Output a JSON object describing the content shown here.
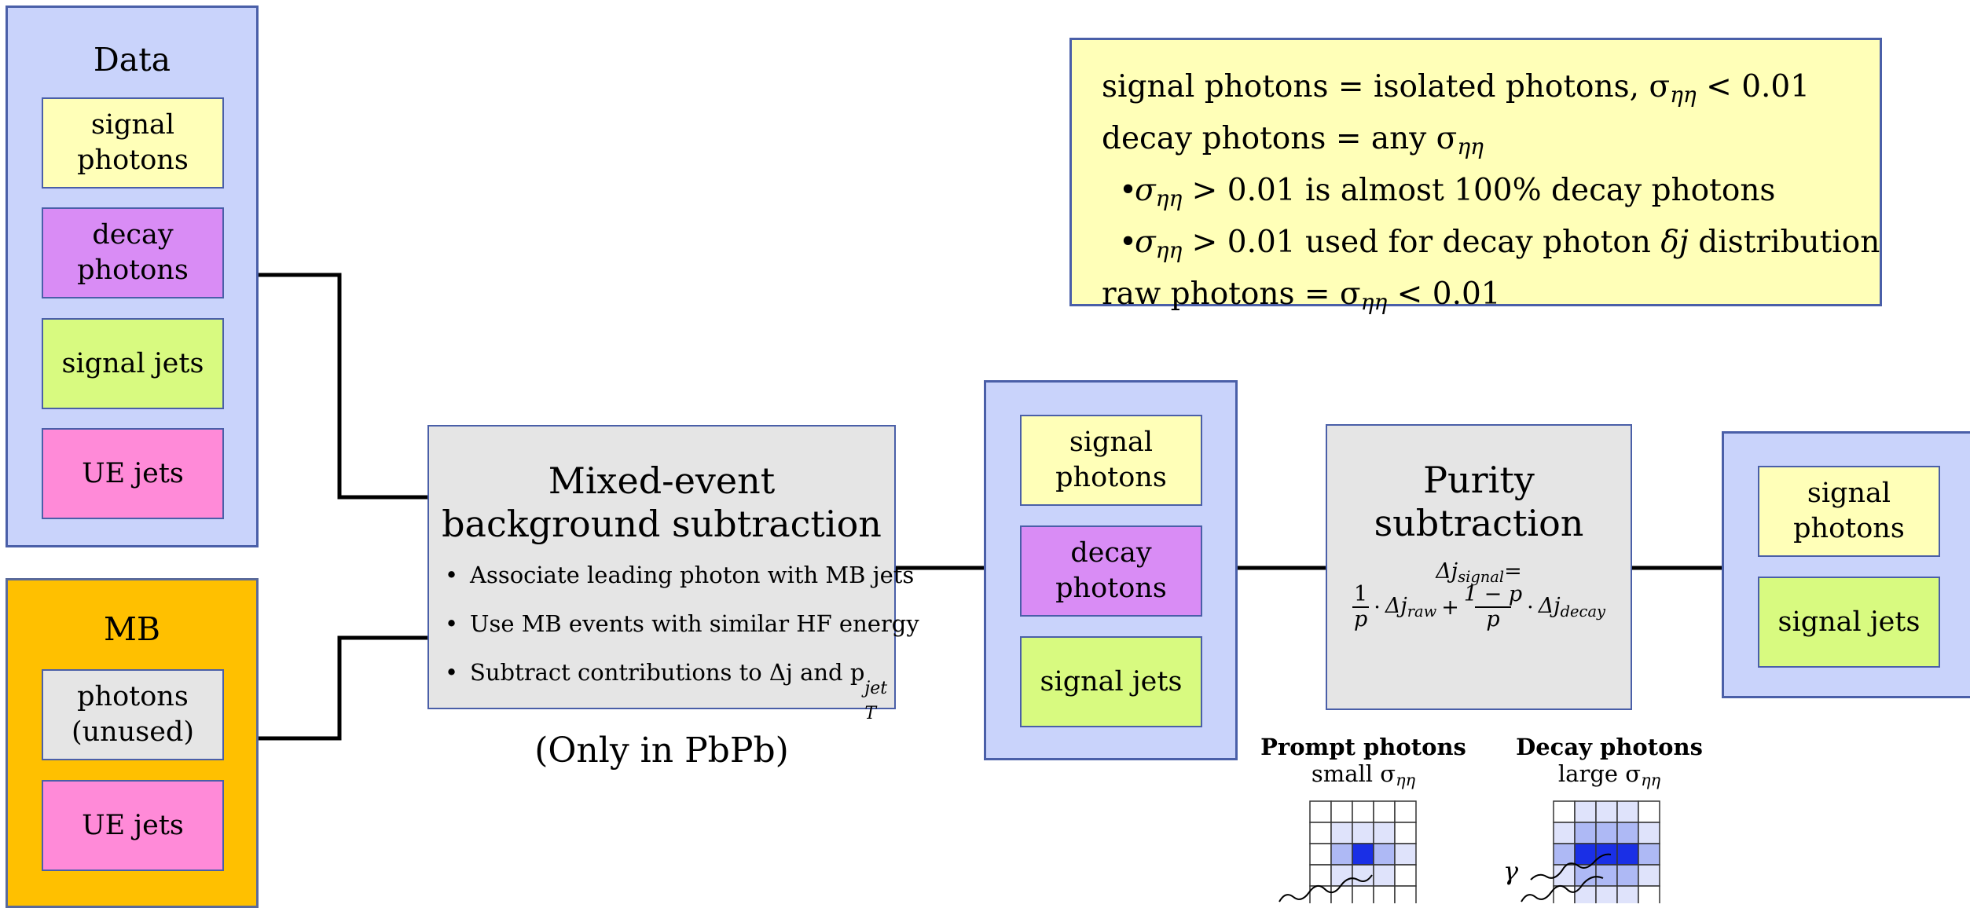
{
  "data_panel": {
    "header": "Data",
    "items": [
      "signal\nphotons",
      "decay\nphotons",
      "signal jets",
      "UE jets"
    ]
  },
  "mb_panel": {
    "header": "MB",
    "items": [
      "photons\n(unused)",
      "UE jets"
    ]
  },
  "mixed_event": {
    "title": "Mixed-event\nbackground subtraction",
    "bullets": [
      "Associate leading photon with MB jets",
      "Use MB events with similar HF energy",
      "Subtract contributions to Δj and p"
    ],
    "pt_sup": "jet",
    "pt_sub": "T",
    "caption": "(Only in PbPb)"
  },
  "middle_panel": {
    "items": [
      "signal\nphotons",
      "decay\nphotons",
      "signal jets"
    ]
  },
  "purity": {
    "title": "Purity\nsubtraction",
    "formula_lhs": "Δj",
    "formula_lhs_sub": "signal",
    "formula_eq": "=",
    "frac1_num": "1",
    "frac1_den": "p",
    "term1": "Δj",
    "term1_sub": "raw",
    "frac2_num": "1 − p",
    "frac2_den": "p",
    "term2": "Δj",
    "term2_sub": "decay",
    "dot": "·",
    "plus": "+"
  },
  "right_panel": {
    "items": [
      "signal\nphotons",
      "signal jets"
    ]
  },
  "definitions": {
    "line1": "signal photons = isolated photons, σ",
    "line1_sub": "ηη",
    "line1_tail": " < 0.01",
    "line2": "decay photons = any σ",
    "line2_sub": "ηη",
    "bullet1_sigma": "σ",
    "bullet1_sub": "ηη",
    "bullet1_tail": " > 0.01 is almost 100% decay photons",
    "bullet2_sigma": "σ",
    "bullet2_sub": "ηη",
    "bullet2_tail": " > 0.01 used for decay photon ",
    "bullet2_dj": "δj",
    "bullet2_end": " distribution",
    "line5": "raw photons = σ",
    "line5_sub": "ηη",
    "line5_tail": " < 0.01"
  },
  "illustrations": {
    "prompt_title": "Prompt photons",
    "prompt_sub": "small σ",
    "prompt_sub_idx": "ηη",
    "decay_title": "Decay photons",
    "decay_sub": "large σ",
    "decay_sub_idx": "ηη",
    "gamma_label": "γ"
  },
  "colors": {
    "panel_blue": "#c9d3fb",
    "mb_orange": "#ffc000",
    "signal_photons": "#ffffb8",
    "decay_photons": "#d98cf5",
    "signal_jets": "#d8fa80",
    "ue_jets": "#ff8ad8",
    "process_gray": "#e5e5e5",
    "border": "#4a5fa8"
  }
}
